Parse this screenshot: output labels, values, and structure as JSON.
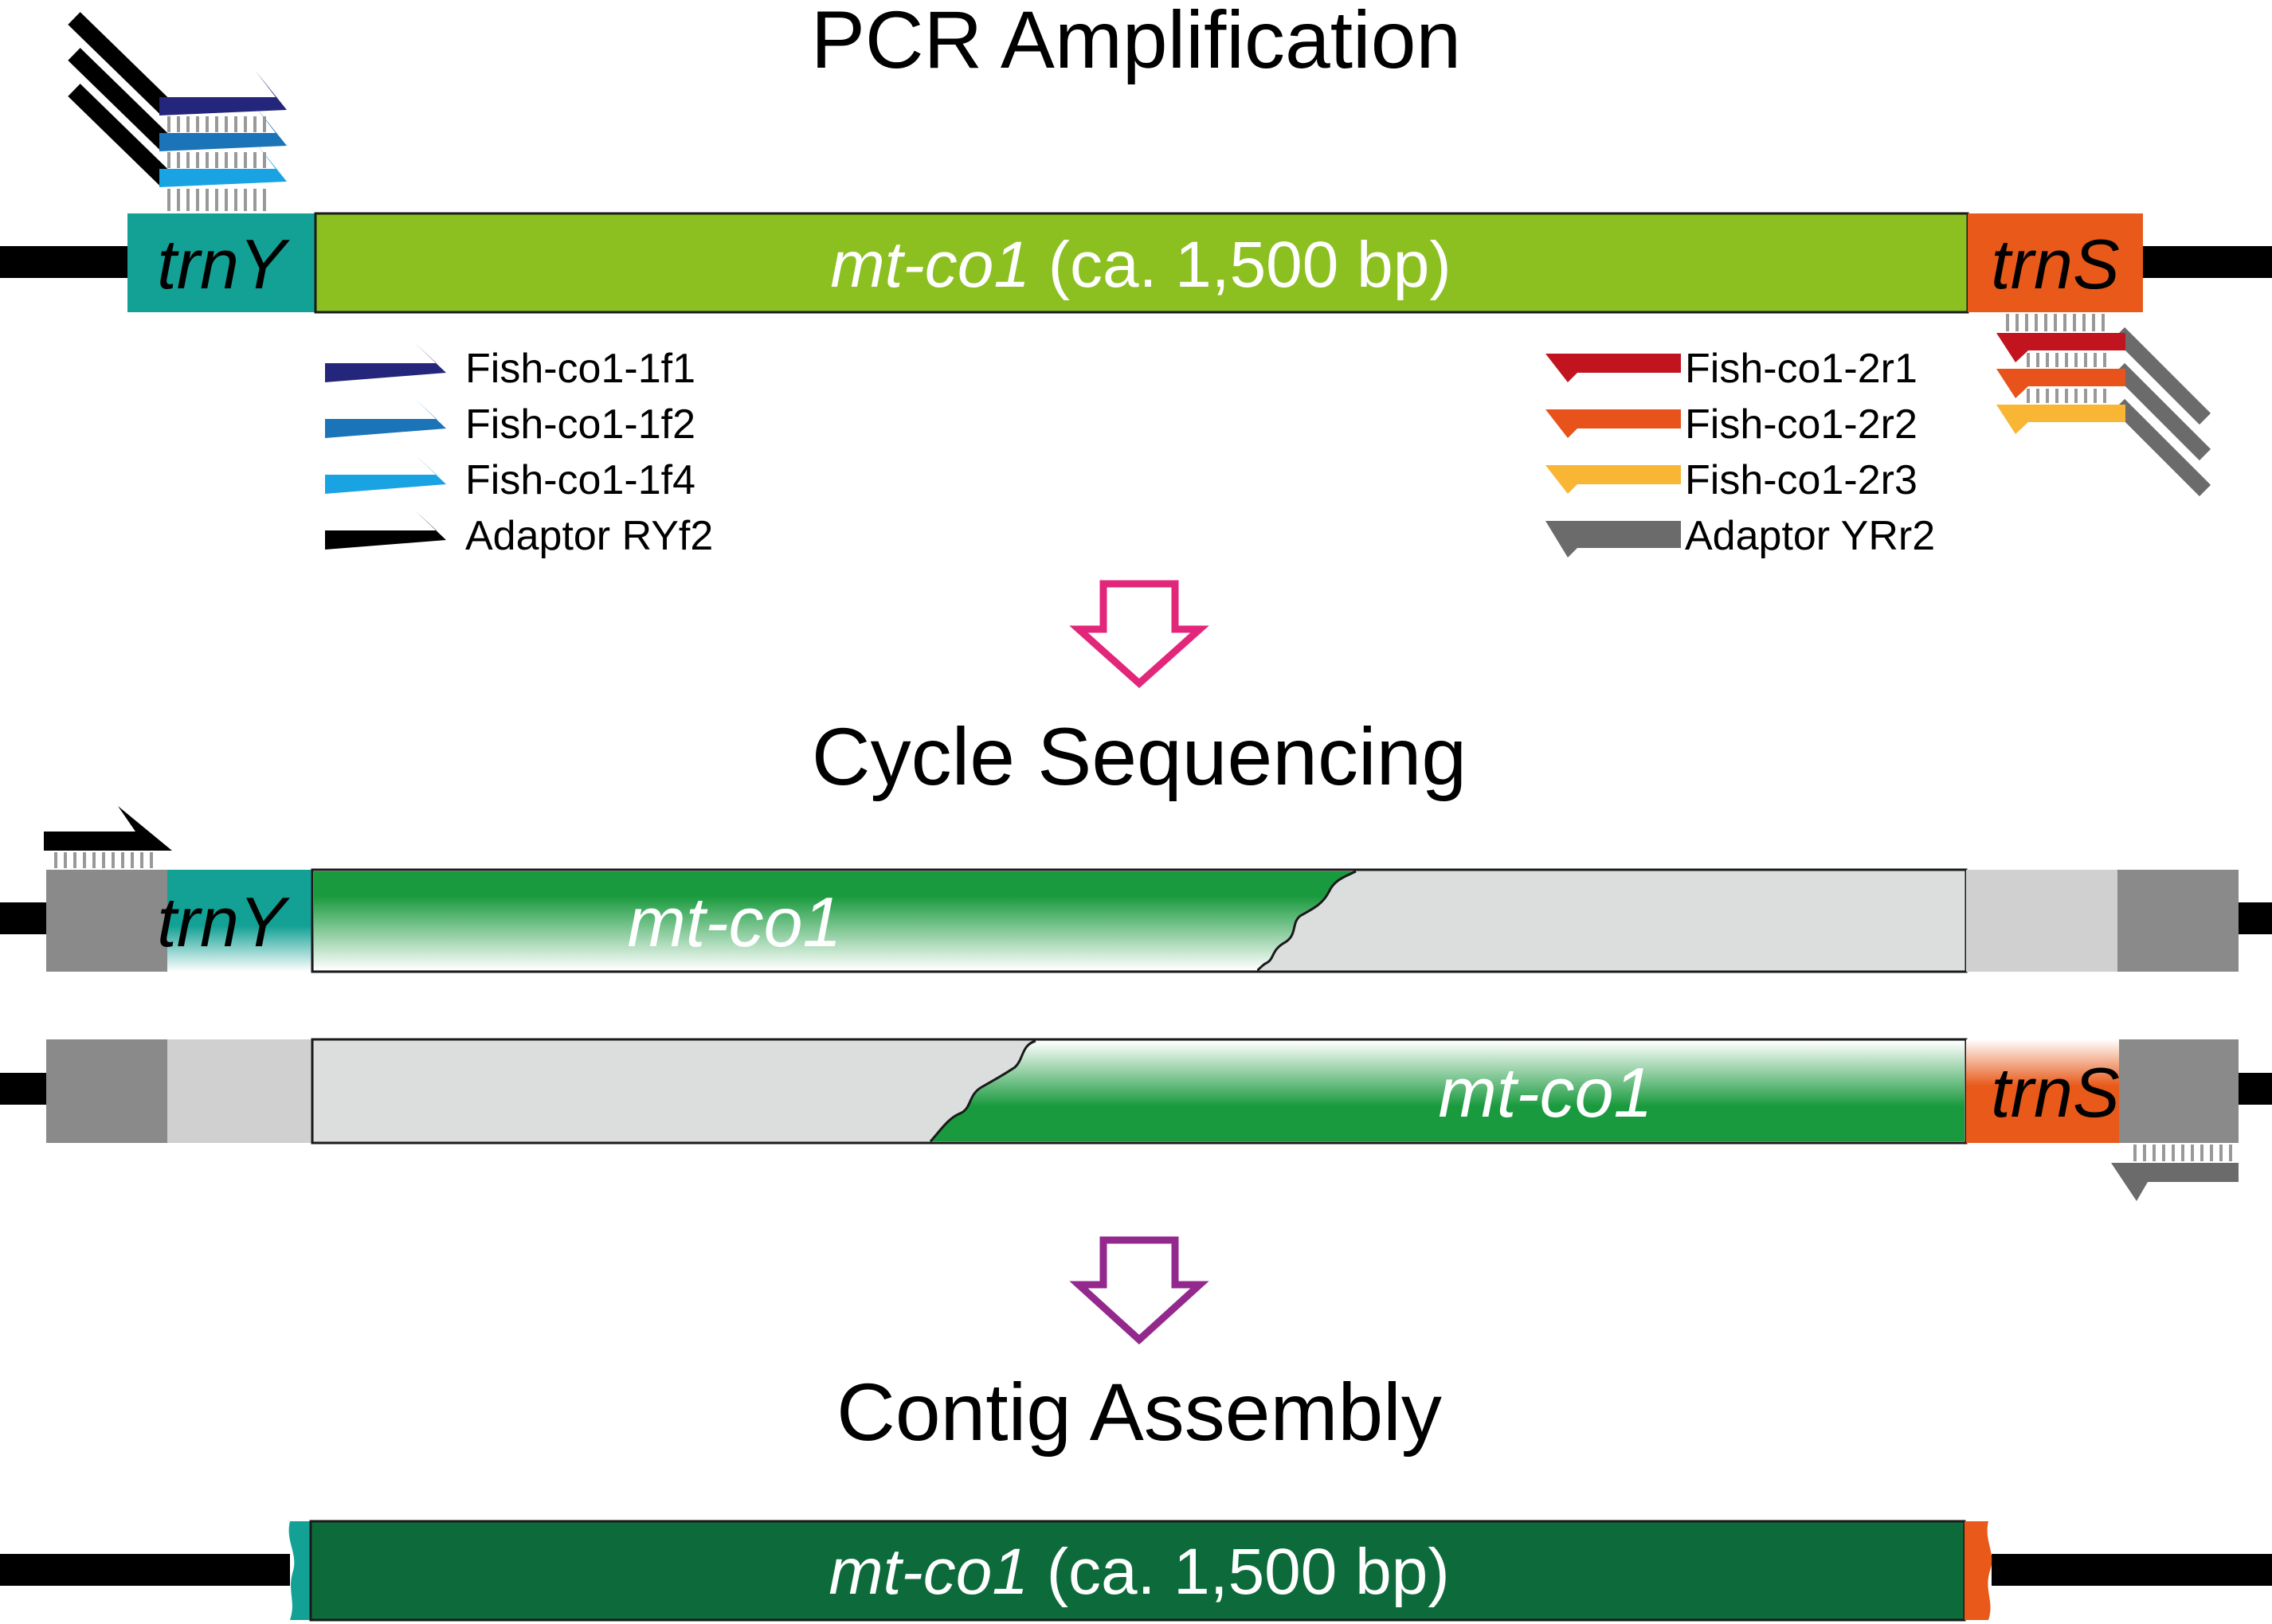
{
  "headings": {
    "pcr": "PCR Amplification",
    "cycle": "Cycle Sequencing",
    "contig": "Contig Assembly"
  },
  "segments": {
    "trnY": "trnY",
    "trnS": "trnS",
    "gene": "mt-co1",
    "gene_size": " (ca. 1,500 bp)"
  },
  "legend_forward": [
    {
      "label": "Fish-co1-1f1",
      "color": "#23267a"
    },
    {
      "label": "Fish-co1-1f2",
      "color": "#1c74b8"
    },
    {
      "label": "Fish-co1-1f4",
      "color": "#1aa3e3"
    },
    {
      "label": "Adaptor RYf2",
      "color": "#000000"
    }
  ],
  "legend_reverse": [
    {
      "label": "Fish-co1-2r1",
      "color": "#c1141f"
    },
    {
      "label": "Fish-co1-2r2",
      "color": "#e8531c"
    },
    {
      "label": "Fish-co1-2r3",
      "color": "#f8b634"
    },
    {
      "label": "Adaptor YRr2",
      "color": "#6b6b6b"
    }
  ],
  "colors": {
    "trnY": "#13a195",
    "trnS": "#e8591a",
    "gene_pcr": "#8cc021",
    "gene_seq": "#1a9a3e",
    "gene_contig": "#0d6b3b",
    "unsequenced": "#dcdedd",
    "adaptor_region": "#8a8a8a",
    "arrow_pink": "#e2267a",
    "arrow_purple": "#93298d"
  },
  "icons": [
    "forward-primer-icon",
    "reverse-primer-icon",
    "down-arrow-icon"
  ]
}
